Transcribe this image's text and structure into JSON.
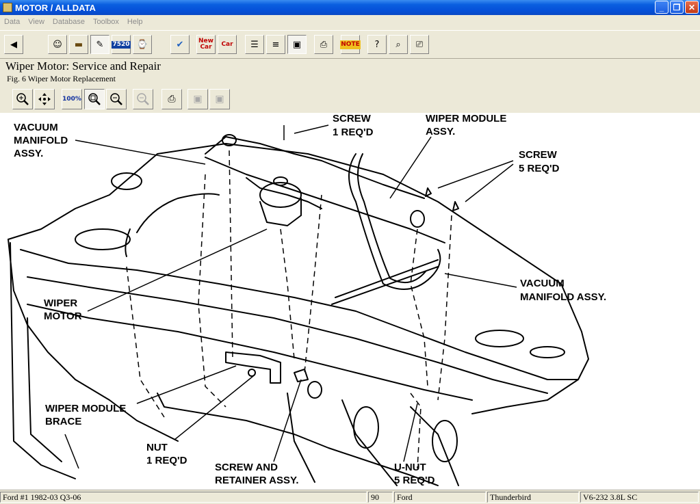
{
  "window": {
    "title": "MOTOR / ALLDATA",
    "controls": [
      "_",
      "❐",
      "✕"
    ]
  },
  "menu": [
    "Data",
    "View",
    "Database",
    "Toolbox",
    "Help"
  ],
  "toolbar": {
    "badge_7520": "7520",
    "new_car": "New Car",
    "car": "Car",
    "note": "NOTE"
  },
  "document": {
    "title": "Wiper Motor:  Service and Repair",
    "figure_caption": "Fig. 6 Wiper Motor Replacement"
  },
  "viewer_toolbar": {
    "zoom_100": "100%"
  },
  "diagram": {
    "labels": {
      "vacuum_manifold_left": [
        "VACUUM",
        "MANIFOLD",
        "ASSY."
      ],
      "screw_1": [
        "SCREW",
        "1 REQ'D"
      ],
      "wiper_module": [
        "WIPER MODULE",
        "ASSY."
      ],
      "screw_5": [
        "SCREW",
        "5 REQ'D"
      ],
      "vacuum_manifold_right": [
        "VACUUM",
        "MANIFOLD ASSY."
      ],
      "wiper_motor": [
        "WIPER",
        "MOTOR"
      ],
      "wiper_module_brace": [
        "WIPER MODULE",
        "BRACE"
      ],
      "nut": [
        "NUT",
        "1 REQ'D"
      ],
      "screw_retainer": [
        "SCREW AND",
        "RETAINER ASSY."
      ],
      "u_nut": [
        "U-NUT",
        "5 REQ'D"
      ]
    }
  },
  "status": {
    "vehicle_db": "Ford #1 1982-03 Q3-06",
    "year": "90",
    "make": "Ford",
    "model": "Thunderbird",
    "engine": "V6-232 3.8L SC"
  },
  "colors": {
    "titlebar": "#0a5fe0",
    "chrome": "#ece9d8",
    "diagram_bg": "#ffffff"
  }
}
